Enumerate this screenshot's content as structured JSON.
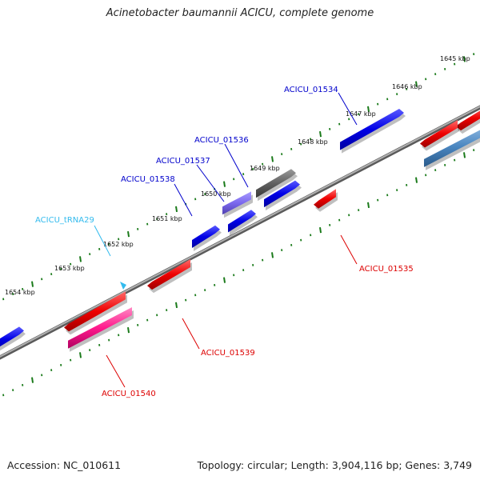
{
  "title": "Acinetobacter baumannii ACICU, complete genome",
  "footer": {
    "accession": "Accession: NC_010611",
    "summary": "Topology: circular; Length: 3,904,116 bp; Genes: 3,749"
  },
  "colors": {
    "backbone": "#8a8a8a",
    "tick": "#1a7a1a",
    "forward_gene": "#0000e0",
    "reverse_gene": "#e60000",
    "trna": "#33bbee",
    "pseudo": "#606060",
    "misc_feature": "#7b68ee",
    "pink_gene": "#ff1a8c",
    "steelblue_gene": "#4a86c0"
  },
  "kbp_labels": [
    "1645 kbp",
    "1646 kbp",
    "1647 kbp",
    "1648 kbp",
    "1649 kbp",
    "1650 kbp",
    "1651 kbp",
    "1652 kbp",
    "1653 kbp",
    "1654 kbp"
  ],
  "gene_labels": [
    {
      "name": "ACICU_01534",
      "color": "#0000cc"
    },
    {
      "name": "ACICU_01536",
      "color": "#0000cc"
    },
    {
      "name": "ACICU_01537",
      "color": "#0000cc"
    },
    {
      "name": "ACICU_01538",
      "color": "#0000cc"
    },
    {
      "name": "ACICU_tRNA29",
      "color": "#33bbee"
    },
    {
      "name": "ACICU_01535",
      "color": "#dd0000"
    },
    {
      "name": "ACICU_01539",
      "color": "#dd0000"
    },
    {
      "name": "ACICU_01540",
      "color": "#dd0000"
    }
  ]
}
